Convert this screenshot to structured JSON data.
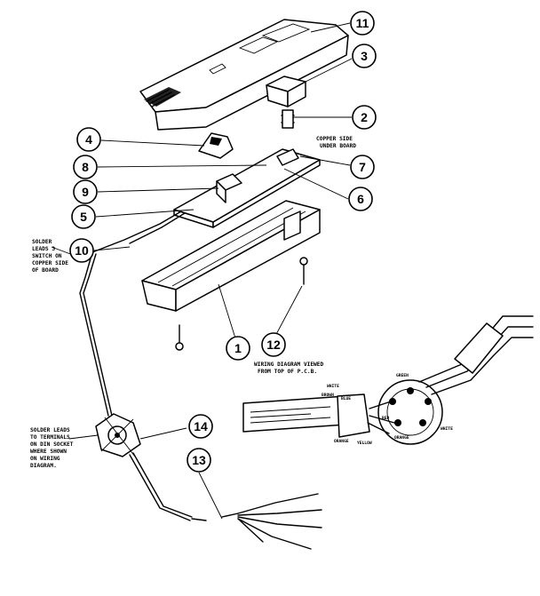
{
  "callouts": {
    "c11": "11",
    "c3": "3",
    "c2": "2",
    "c4": "4",
    "c8": "8",
    "c7": "7",
    "c9": "9",
    "c6": "6",
    "c5": "5",
    "c10": "10",
    "c1": "1",
    "c12": "12",
    "c14": "14",
    "c13": "13"
  },
  "notes": {
    "copper_side": [
      "COPPER SIDE",
      "UNDER BOARD"
    ],
    "solder_leads_switch": [
      "SOLDER",
      "LEADS 3",
      "SWITCH ON",
      "COPPER SIDE",
      "OF BOARD"
    ],
    "wiring_view": [
      "WIRING DIAGRAM VIEWED",
      "FROM TOP OF P.C.B."
    ],
    "solder_leads_din": [
      "SOLDER LEADS",
      "TO TERMINALS",
      "ON DIN SOCKET",
      "WHERE SHOWN",
      "ON WIRING",
      "DIAGRAM."
    ]
  },
  "wire_labels": {
    "w1": "WHITE",
    "w2": "BROWN",
    "w3": "BLUE",
    "w4": "GREEN",
    "w5": "RED",
    "w6": "ORANGE",
    "w7": "YELLOW",
    "w8": "WHITE",
    "w9": "ORANGE"
  }
}
